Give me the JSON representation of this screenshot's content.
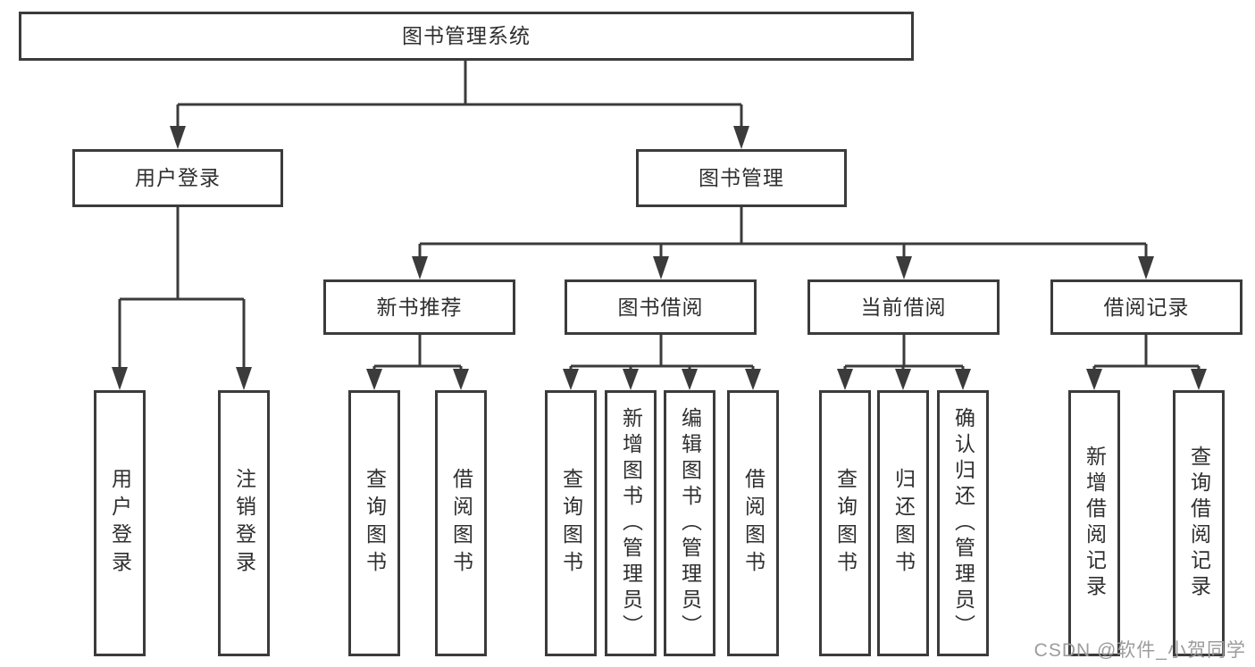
{
  "tree": {
    "label": "图书管理系统",
    "children": [
      {
        "label": "用户登录",
        "children": [
          {
            "label": "用户登录"
          },
          {
            "label": "注销登录"
          }
        ]
      },
      {
        "label": "图书管理",
        "children": [
          {
            "label": "新书推荐",
            "children": [
              {
                "label": "查询图书"
              },
              {
                "label": "借阅图书"
              }
            ]
          },
          {
            "label": "图书借阅",
            "children": [
              {
                "label": "查询图书"
              },
              {
                "label": "新增图书（管理员）"
              },
              {
                "label": "编辑图书（管理员）"
              },
              {
                "label": "借阅图书"
              }
            ]
          },
          {
            "label": "当前借阅",
            "children": [
              {
                "label": "查询图书"
              },
              {
                "label": "归还图书"
              },
              {
                "label": "确认归还（管理员）"
              }
            ]
          },
          {
            "label": "借阅记录",
            "children": [
              {
                "label": "新增借阅记录"
              },
              {
                "label": "查询借阅记录"
              }
            ]
          }
        ]
      }
    ]
  },
  "watermark": "CSDN @软件_小贺同学",
  "colors": {
    "line": "#3b3b3b",
    "text": "#2f2f2f",
    "watermark": "#9c9c9c",
    "background": "#ffffff"
  }
}
